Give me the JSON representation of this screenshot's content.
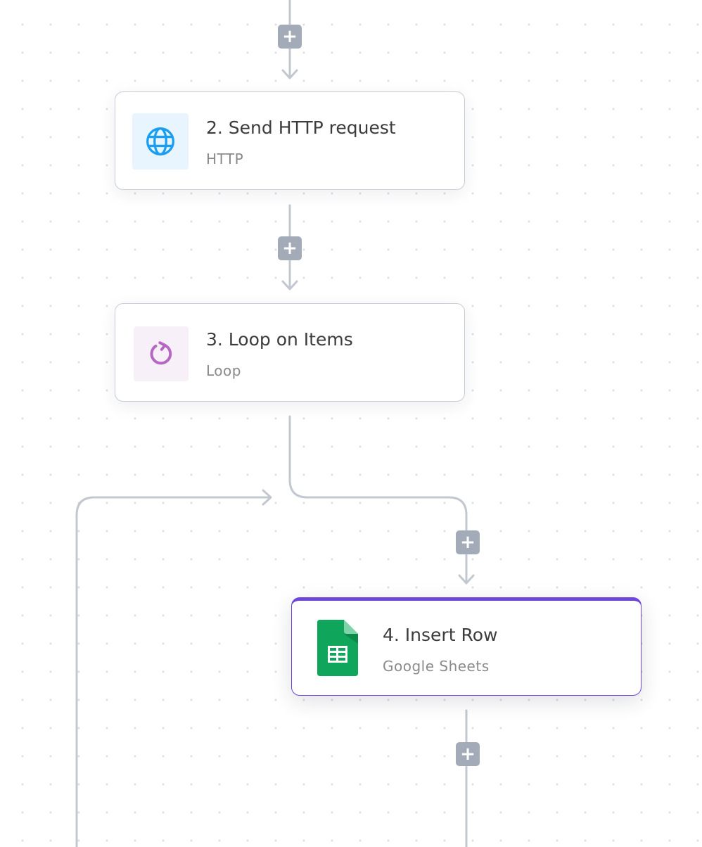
{
  "steps": [
    {
      "title": "2. Send HTTP request",
      "subtitle": "HTTP",
      "icon": "globe-icon",
      "icon_color": "#1a9ff0",
      "icon_bg": "#e8f4fe"
    },
    {
      "title": "3. Loop on Items",
      "subtitle": "Loop",
      "icon": "loop-icon",
      "icon_color": "#b468c2",
      "icon_bg": "#f8f0f8"
    },
    {
      "title": "4. Insert Row",
      "subtitle": "Google Sheets",
      "icon": "google-sheets-icon",
      "icon_color": "#0f9d58",
      "selected": true
    }
  ],
  "add_step_label": "+",
  "colors": {
    "connector": "#c3c8d0",
    "selected_border": "#6e47d9",
    "plus_bg": "#a3abb8"
  }
}
